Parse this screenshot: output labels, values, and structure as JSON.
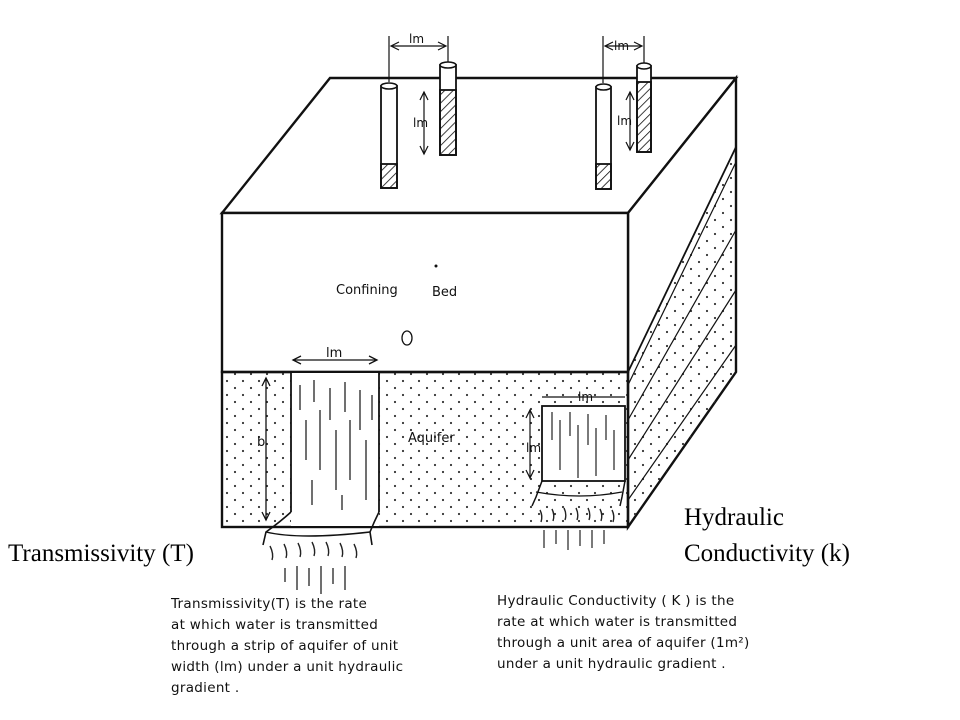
{
  "diagram": {
    "labels": {
      "confining_bed": "Confining",
      "confining_bed_2": "Bed",
      "aquifer": "Aquifer",
      "thickness": "b",
      "well_spacing_left": "lm",
      "well_head_left": "lm",
      "well_spacing_right": "lm",
      "well_head_right": "lm",
      "strip_width": "lm",
      "unit_area_width": "lm",
      "unit_area_height": "lm"
    },
    "transmissivity": {
      "title": "Transmissivity (T)",
      "caption": [
        "Transmissivity(T) is the rate",
        "at which water is transmitted",
        "through a strip of aquifer of unit",
        "width (lm) under a unit hydraulic",
        "gradient ."
      ]
    },
    "hydraulic_conductivity": {
      "title_line1": "Hydraulic",
      "title_line2": "Conductivity (k)",
      "caption": [
        "Hydraulic Conductivity ( K ) is the",
        "rate at which water is transmitted",
        "through a unit area of aquifer (1m²)",
        "under a unit hydraulic gradient ."
      ]
    }
  }
}
